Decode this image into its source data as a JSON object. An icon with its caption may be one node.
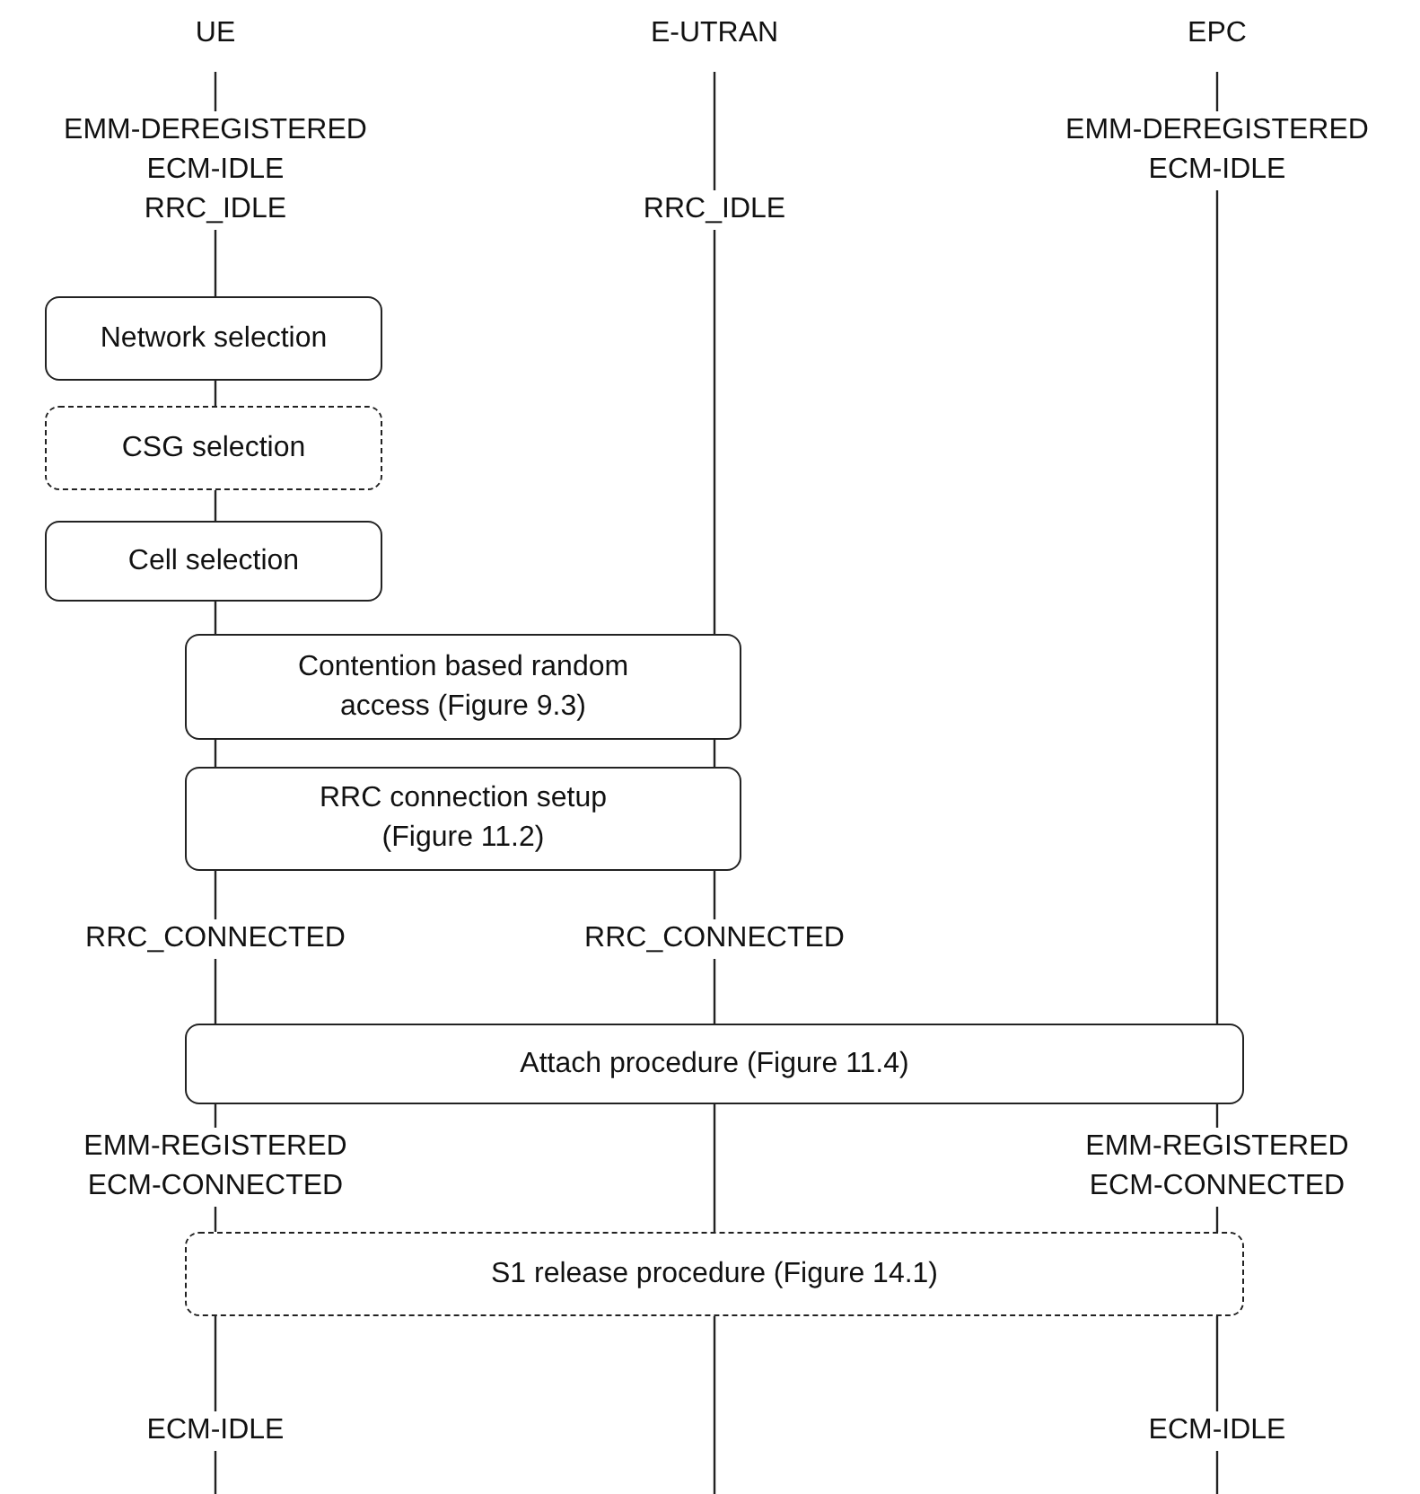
{
  "diagram": {
    "nodes": [
      {
        "text": [
          "Network selection"
        ]
      },
      {
        "text": [
          "CSG selection"
        ]
      },
      {
        "text": [
          "Cell selection"
        ]
      },
      {
        "text": [
          "Contention based random access (Figure 9.3)"
        ]
      },
      {
        "text": [
          "RRC connection setup (Figure 11.2)"
        ]
      },
      {
        "text": [
          "Attach procedure (Figure 11.4)"
        ]
      },
      {
        "text": [
          "S1 release procedure (Figure 14.1)"
        ]
      }
    ],
    "edges": [],
    "labels": [
      "UE",
      "E-UTRAN",
      "EPC",
      "EMM-DEREGISTERED ECM-IDLE RRC_IDLE",
      "EMM-DEREGISTERED ECM-IDLE",
      "RRC_IDLE",
      "RRC_CONNECTED",
      "RRC_CONNECTED",
      "EMM-REGISTERED ECM-CONNECTED",
      "EMM-REGISTERED ECM-CONNECTED",
      "ECM-IDLE",
      "ECM-IDLE"
    ]
  }
}
